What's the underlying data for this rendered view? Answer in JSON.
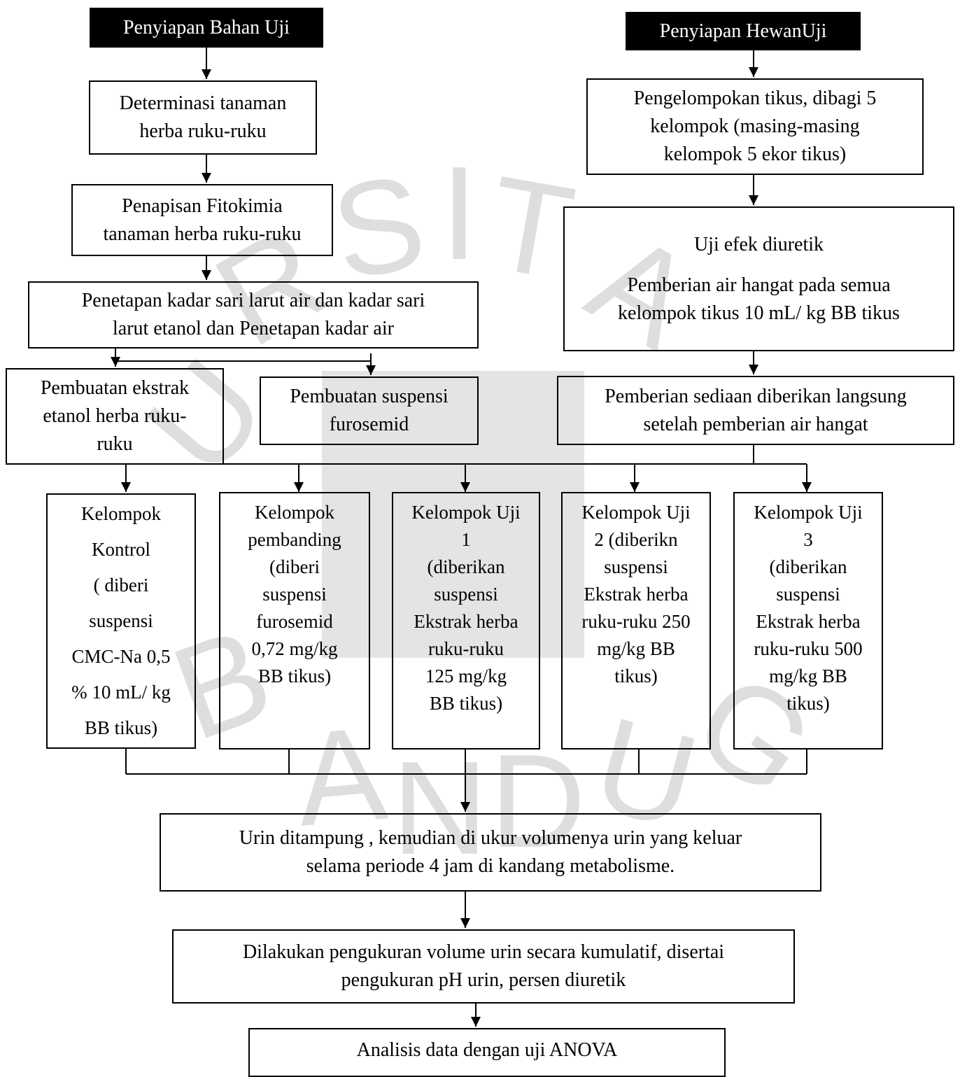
{
  "headers": {
    "left": "Penyiapan Bahan Uji",
    "right": "Penyiapan HewanUji"
  },
  "left_steps": {
    "determinasi": [
      "Determinasi tanaman",
      "herba ruku-ruku"
    ],
    "penapisan": [
      "Penapisan Fitokimia",
      "tanaman herba ruku-ruku"
    ],
    "penetapan": [
      "Penetapan kadar sari larut air dan kadar sari",
      "larut etanol dan  Penetapan kadar air"
    ],
    "ekstrak": [
      "Pembuatan ekstrak",
      "etanol herba ruku-",
      "ruku"
    ],
    "suspensi": [
      "Pembuatan suspensi",
      "furosemid"
    ]
  },
  "right_steps": {
    "pengelompokan": [
      "Pengelompokan tikus, dibagi 5",
      "kelompok (masing-masing",
      "kelompok 5 ekor tikus)"
    ],
    "uji_efek_title": "Uji efek diuretik",
    "uji_efek_body": [
      "Pemberian air hangat pada semua",
      "kelompok tikus 10 mL/ kg BB tikus"
    ],
    "pemberian": [
      "Pemberian sediaan diberikan langsung",
      "setelah pemberian air hangat"
    ]
  },
  "groups": [
    [
      "Kelompok",
      "Kontrol",
      "( diberi",
      "suspensi",
      "CMC-Na 0,5",
      "% 10 mL/ kg",
      "BB tikus)"
    ],
    [
      "Kelompok",
      "pembanding",
      "(diberi",
      "suspensi",
      "furosemid",
      "0,72 mg/kg",
      "BB tikus)"
    ],
    [
      "Kelompok Uji",
      "1",
      "(diberikan",
      "suspensi",
      "Ekstrak herba",
      "ruku-ruku",
      "125 mg/kg",
      "BB tikus)"
    ],
    [
      "Kelompok Uji",
      "2 (diberikn",
      "suspensi",
      "Ekstrak herba",
      "ruku-ruku 250",
      "mg/kg BB",
      "tikus)"
    ],
    [
      "Kelompok Uji",
      "3",
      "(diberikan",
      "suspensi",
      "Ekstrak herba",
      "ruku-ruku 500",
      "mg/kg BB",
      "tikus)"
    ]
  ],
  "bottom_steps": {
    "urin": [
      "Urin ditampung , kemudian di ukur volumenya urin yang keluar",
      "selama periode 4 jam di kandang metabolisme."
    ],
    "pengukuran": [
      "Dilakukan pengukuran volume urin secara kumulatif, disertai",
      "pengukuran pH urin, persen diuretik"
    ],
    "analisis": "Analisis data dengan uji ANOVA"
  },
  "watermark": {
    "arc_text": "UNIVERSITAS ISLAM BANDUNG",
    "color": "#d9d9d9"
  }
}
